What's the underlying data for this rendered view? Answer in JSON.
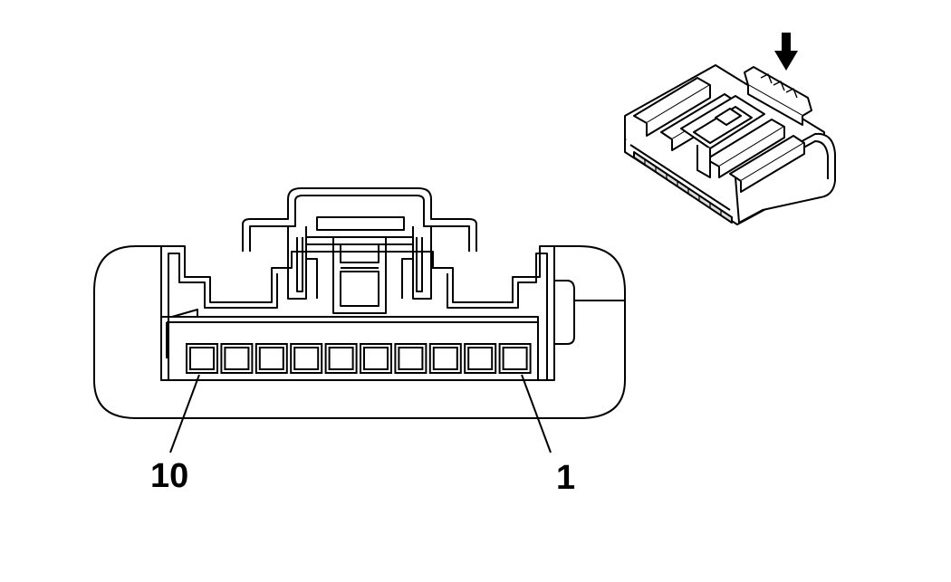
{
  "pin_labels": {
    "first": "1",
    "last": "10"
  },
  "pin_count": 10,
  "colors": {
    "line": "#000000",
    "background": "#ffffff",
    "iso_fill": "#ffffff"
  },
  "icons": {
    "insertion_arrow": "down-arrow-icon",
    "connector_3d": "connector-isometric-icon"
  }
}
